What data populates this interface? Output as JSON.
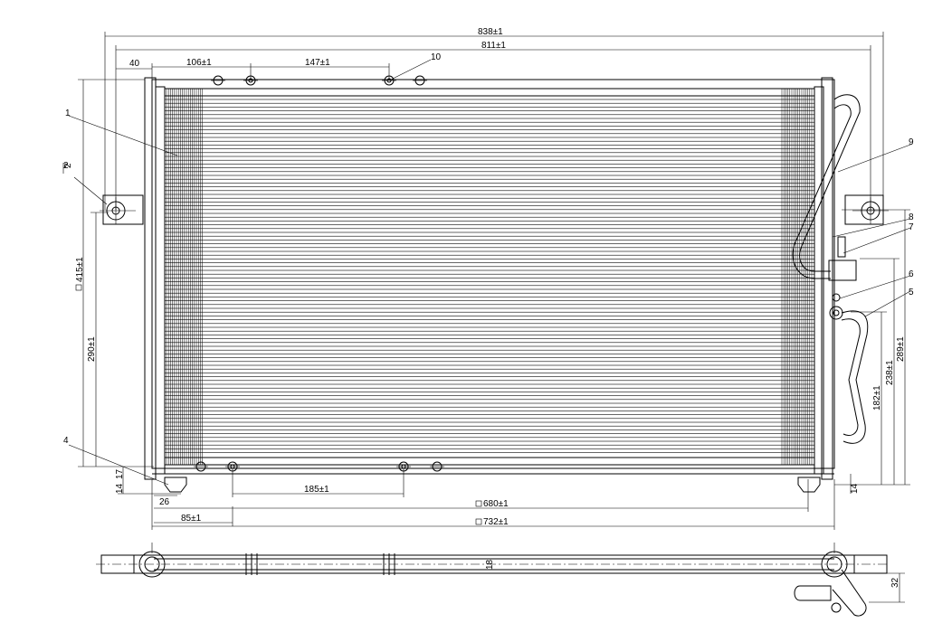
{
  "dimensions": {
    "overall_width": "838±1",
    "bracket_span": "811±1",
    "left_offset": "40",
    "hole_spacing_top_1": "106±1",
    "hole_spacing_top_2": "147±1",
    "core_height": "415±1",
    "mount_height_left": "290±1",
    "small_left_a": "14",
    "small_left_b": "17",
    "small_left_c": "26",
    "bottom_hole_spacing": "185±1",
    "core_width": "680±1",
    "frame_width": "732±1",
    "bottom_offset": "85±1",
    "right_height_1": "289±1",
    "right_height_2": "238±1",
    "right_height_3": "182±1",
    "right_small": "14",
    "top_small": "2",
    "bottom_view_thickness": "18",
    "bottom_view_pipe": "32"
  },
  "callouts": [
    "1",
    "2",
    "4",
    "5",
    "6",
    "7",
    "8",
    "9",
    "10"
  ]
}
